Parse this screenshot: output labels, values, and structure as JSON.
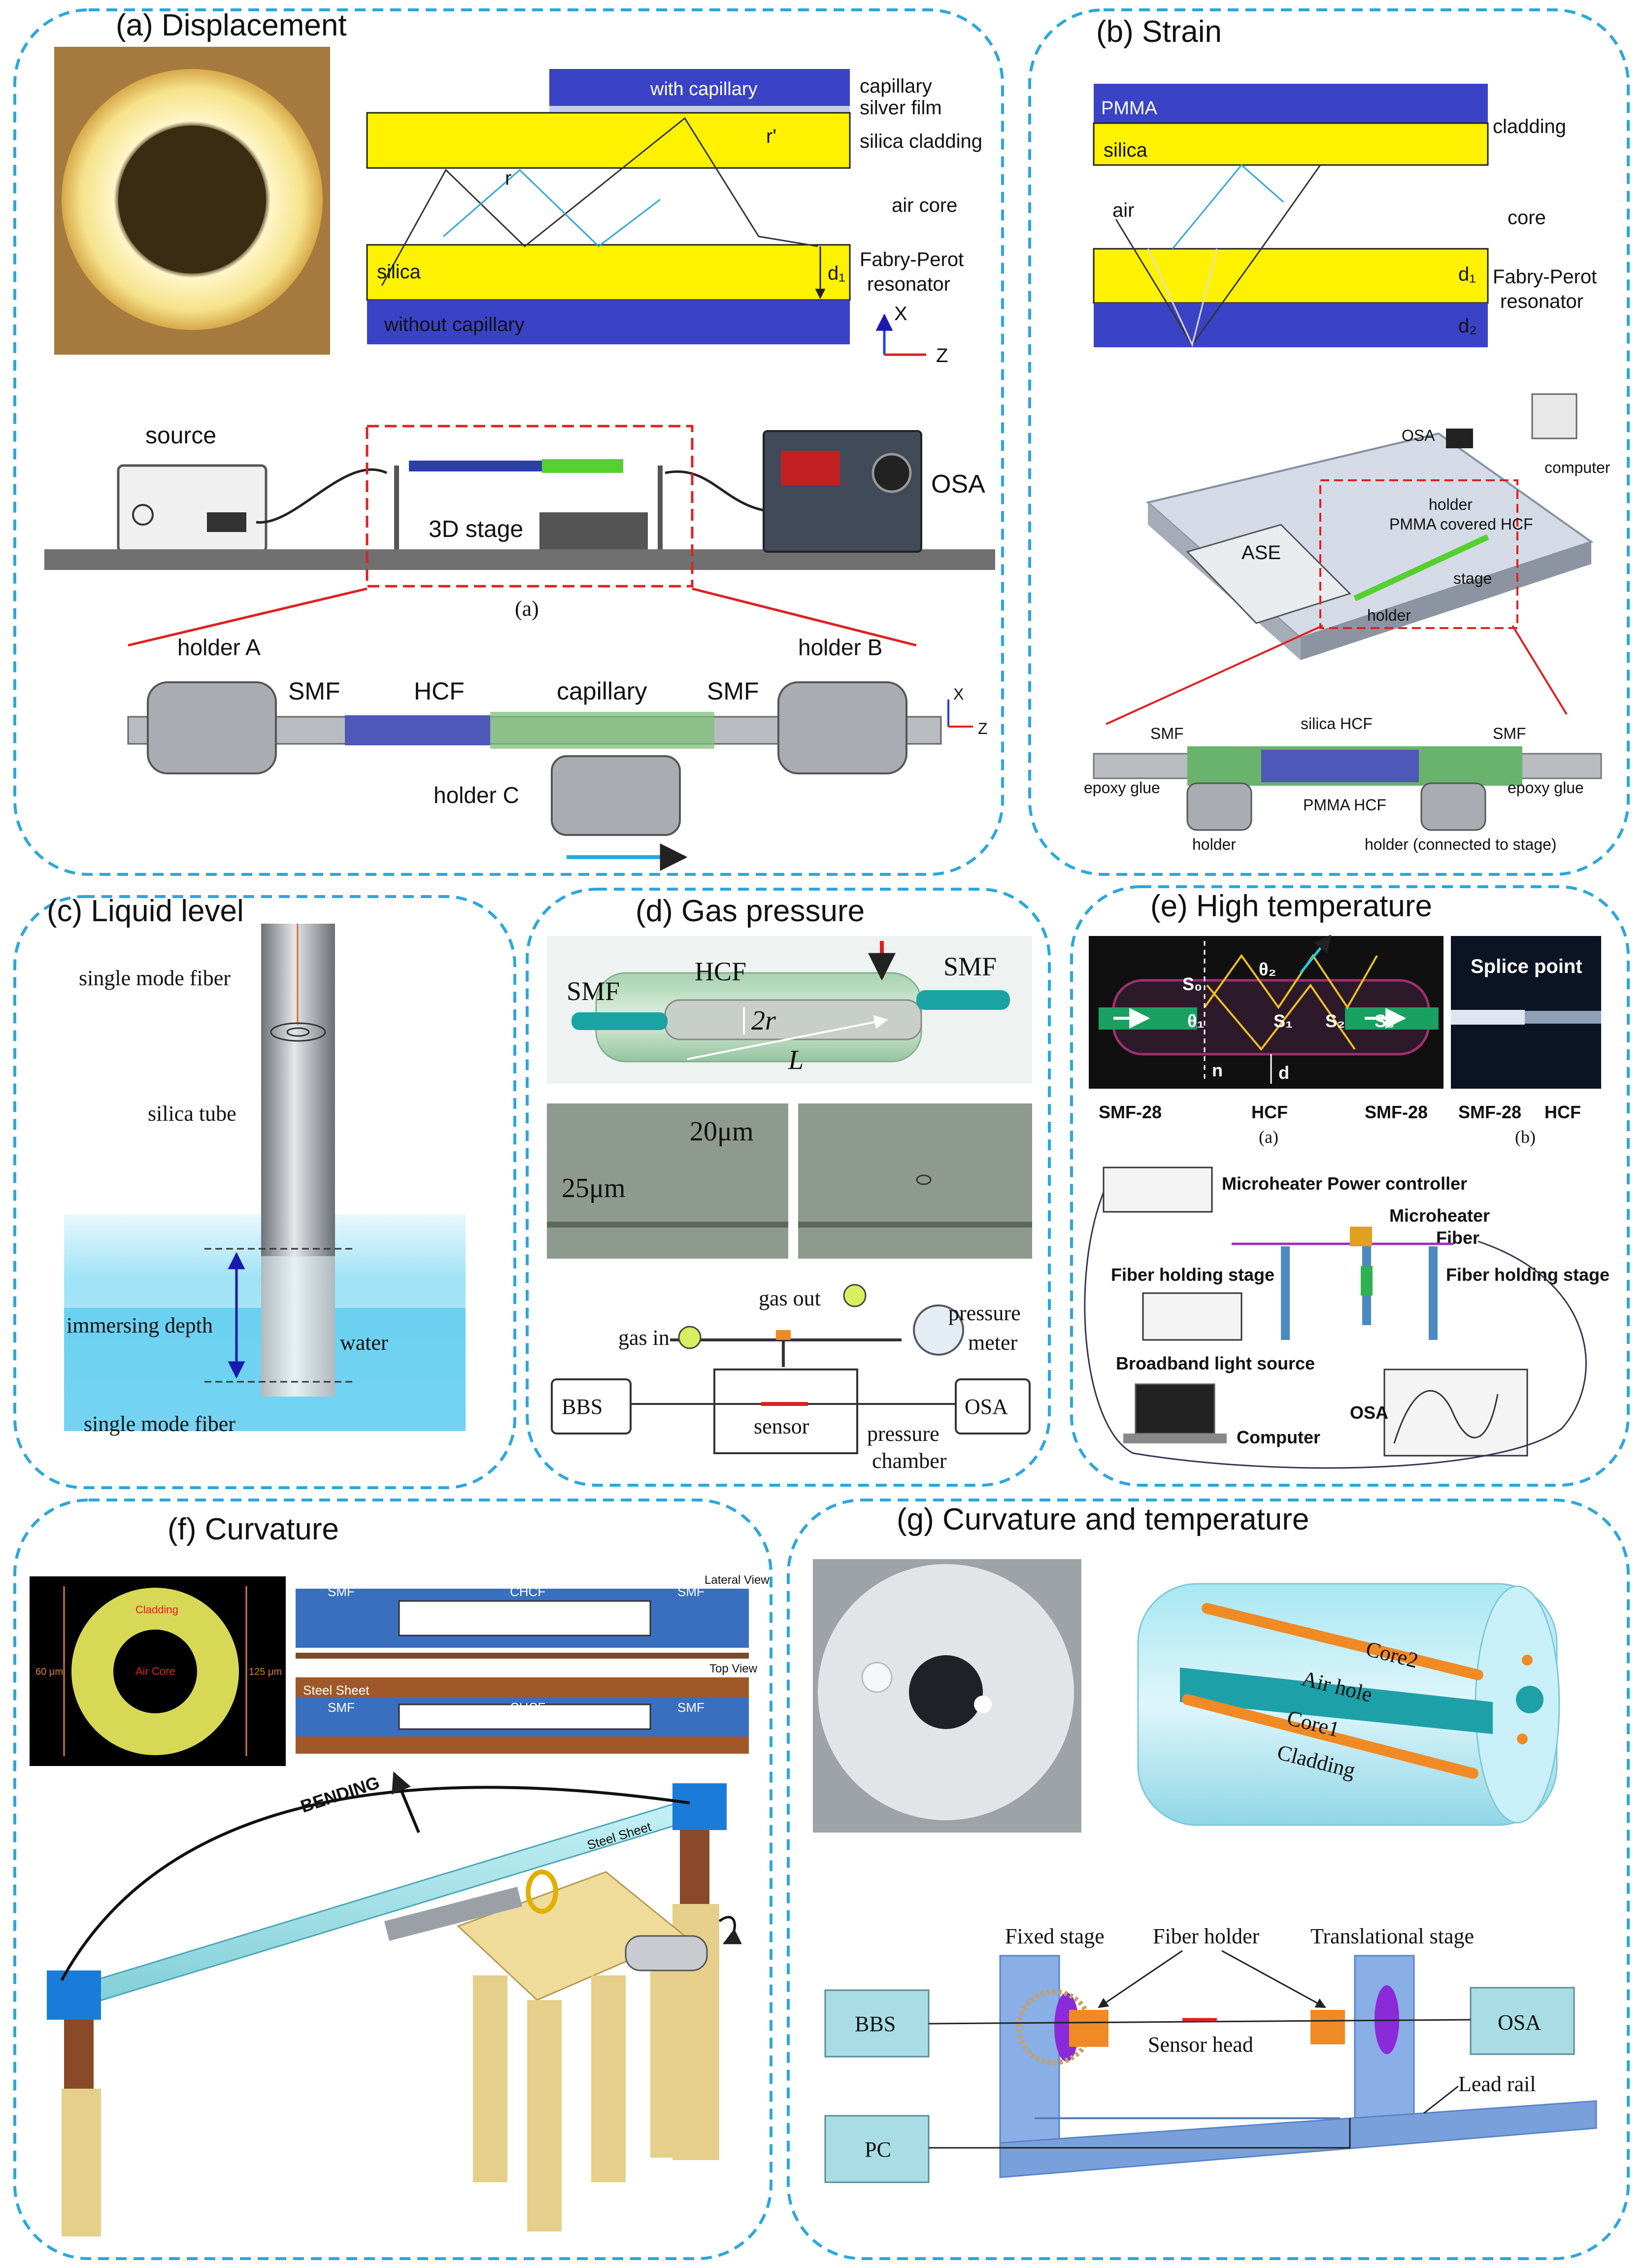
{
  "panels": {
    "a": {
      "title": "(a) Displacement",
      "with_capillary": "with capillary",
      "capillary": "capillary",
      "silver_film": "silver film",
      "silica_cladding": "silica cladding",
      "air_core": "air core",
      "fabry_perot": "Fabry-Perot",
      "resonator": "resonator",
      "silica": "silica",
      "without_capillary": "without capillary",
      "r": "r",
      "r_prime": "r'",
      "d1": "d₁",
      "axis_x": "X",
      "axis_z": "Z",
      "source": "source",
      "osa": "OSA",
      "stage_3d": "3D stage",
      "sublabel": "(a)",
      "holder_a": "holder A",
      "holder_b": "holder B",
      "holder_c": "holder C",
      "smf": "SMF",
      "hcf": "HCF",
      "capillary2": "capillary",
      "axis_x2": "X",
      "axis_z2": "Z"
    },
    "b": {
      "title": "(b) Strain",
      "pmma": "PMMA",
      "silica": "silica",
      "cladding": "cladding",
      "air": "air",
      "core": "core",
      "fabry_perot": "Fabry-Perot",
      "resonator": "resonator",
      "d1": "d₁",
      "d2": "d₂",
      "osa": "OSA",
      "computer": "computer",
      "holder": "holder",
      "pmma_hcf": "PMMA covered HCF",
      "ase": "ASE",
      "stage": "stage",
      "holder2": "holder",
      "smf_l": "SMF",
      "smf_r": "SMF",
      "silica_hcf": "silica HCF",
      "pmma_hcf2": "PMMA HCF",
      "epoxy_l": "epoxy glue",
      "epoxy_r": "epoxy glue",
      "holder_l": "holder",
      "holder_r": "holder (connected to stage)"
    },
    "c": {
      "title": "(c) Liquid level",
      "smf_top": "single mode fiber",
      "silica_tube": "silica tube",
      "immersing": "immersing depth",
      "water": "water",
      "smf_bottom": "single mode fiber"
    },
    "d": {
      "title": "(d) Gas pressure",
      "smf_l": "SMF",
      "hcf": "HCF",
      "smf_r": "SMF",
      "two_r": "2r",
      "len": "L",
      "um20": "20μm",
      "um25": "25μm",
      "gas_out": "gas out",
      "gas_in": "gas in",
      "pressure": "pressure",
      "meter": "meter",
      "bbs": "BBS",
      "sensor": "sensor",
      "osa": "OSA",
      "pressure2": "pressure",
      "chamber": "chamber"
    },
    "e": {
      "title": "(e) High temperature",
      "splice": "Splice point",
      "smf28_l": "SMF-28",
      "hcf": "HCF",
      "smf28_r": "SMF-28",
      "smf28_b": "SMF-28",
      "hcf_b": "HCF",
      "sub_a": "(a)",
      "sub_b": "(b)",
      "theta1": "θ₁",
      "theta2": "θ₂",
      "s0": "S₀",
      "s1": "S₁",
      "s2": "S₂",
      "s3": "S₃",
      "n": "n",
      "d": "d",
      "power": "Microheater Power controller",
      "microheater": "Microheater",
      "fiber": "Fiber",
      "stage_l": "Fiber holding stage",
      "stage_r": "Fiber holding stage",
      "bls": "Broadband light source",
      "osa": "OSA",
      "computer": "Computer"
    },
    "f": {
      "title": "(f) Curvature",
      "cladding": "Cladding",
      "air_core": "Air Core",
      "um60": "60 μm",
      "um125": "125 μm",
      "lateral": "Lateral View",
      "top": "Top View",
      "smf_l1": "SMF",
      "chcf1": "CHCF",
      "smf_r1": "SMF",
      "steel": "Steel Sheet",
      "smf_l2": "SMF",
      "chcf2": "CHCF",
      "smf_r2": "SMF",
      "bending": "BENDING",
      "steel2": "Steel Sheet"
    },
    "g": {
      "title": "(g) Curvature and temperature",
      "core2": "Core2",
      "air_hole": "Air hole",
      "core1": "Core1",
      "cladding": "Cladding",
      "fixed": "Fixed stage",
      "holder": "Fiber holder",
      "trans": "Translational stage",
      "bbs": "BBS",
      "sensor": "Sensor head",
      "osa": "OSA",
      "rail": "Lead rail",
      "pc": "PC"
    }
  },
  "colors": {
    "panel_border": "#2aa7e0",
    "yellow": "#fff200",
    "blue": "#3a43c6",
    "water": "#7fd6f2",
    "box": "#a9dde6",
    "stage": "#8aaee6",
    "steel": "#9fe0e6",
    "orange": "#f08a24"
  }
}
